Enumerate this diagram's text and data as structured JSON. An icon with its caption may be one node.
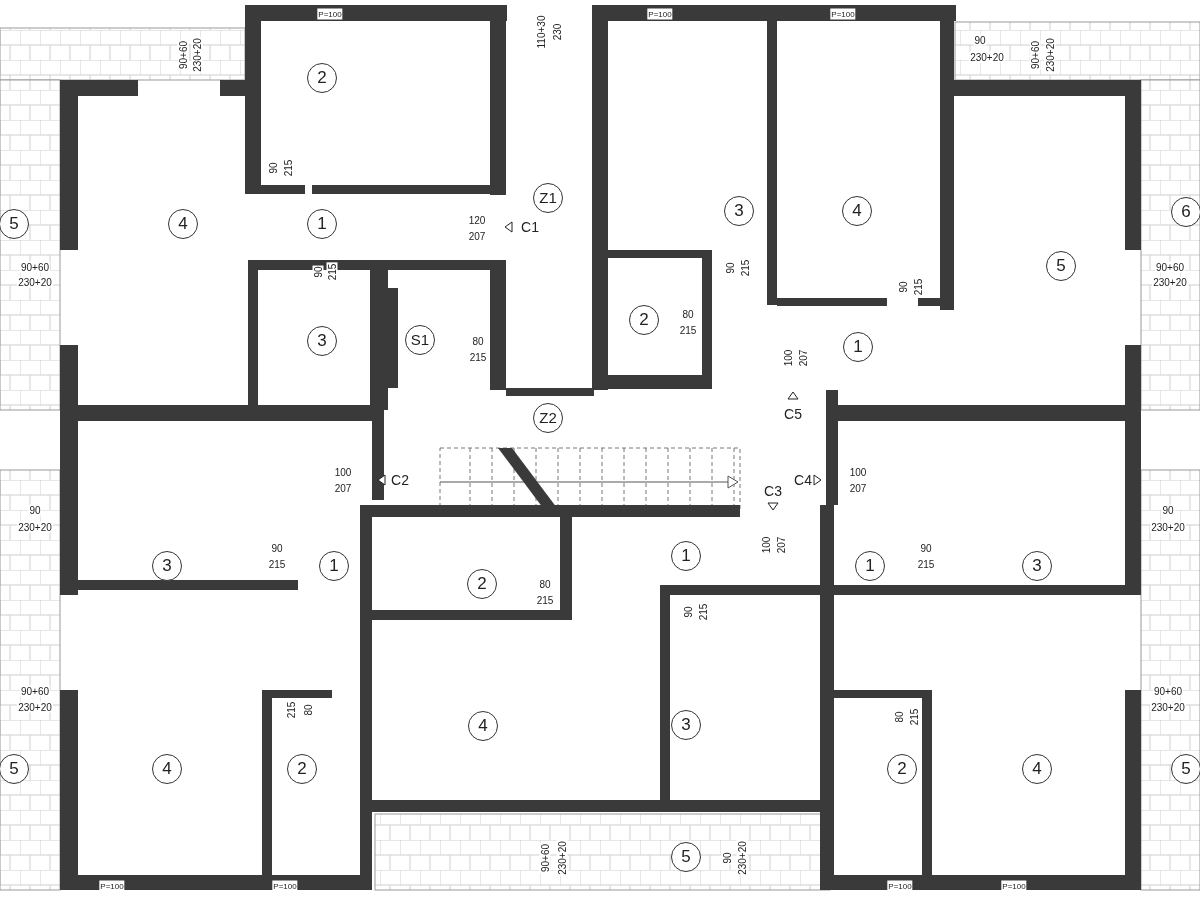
{
  "diagram": {
    "nodes": [
      {
        "text": [
          "2"
        ]
      },
      {
        "text": [
          "Z1"
        ]
      },
      {
        "text": [
          "5"
        ]
      },
      {
        "text": [
          "4"
        ]
      },
      {
        "text": [
          "1"
        ]
      },
      {
        "text": [
          "3"
        ]
      },
      {
        "text": [
          "4"
        ]
      },
      {
        "text": [
          "5"
        ]
      },
      {
        "text": [
          "6"
        ]
      },
      {
        "text": [
          "2"
        ]
      },
      {
        "text": [
          "3"
        ]
      },
      {
        "text": [
          "S1"
        ]
      },
      {
        "text": [
          "1"
        ]
      },
      {
        "text": [
          "Z2"
        ]
      },
      {
        "text": [
          "1"
        ]
      },
      {
        "text": [
          "3"
        ]
      },
      {
        "text": [
          "1"
        ]
      },
      {
        "text": [
          "1"
        ]
      },
      {
        "text": [
          "3"
        ]
      },
      {
        "text": [
          "2"
        ]
      },
      {
        "text": [
          "4"
        ]
      },
      {
        "text": [
          "3"
        ]
      },
      {
        "text": [
          "5"
        ]
      },
      {
        "text": [
          "4"
        ]
      },
      {
        "text": [
          "2"
        ]
      },
      {
        "text": [
          "2"
        ]
      },
      {
        "text": [
          "4"
        ]
      },
      {
        "text": [
          "5"
        ]
      },
      {
        "text": [
          "5"
        ]
      }
    ],
    "labels": [
      "P=100",
      "P=100",
      "P=100",
      "110+30",
      "230",
      "90",
      "230+20",
      "90+60",
      "230+20",
      "90+60",
      "230+20",
      "90",
      "215",
      "120",
      "207",
      "C1",
      "90",
      "215",
      "90",
      "215",
      "90+60",
      "230+20",
      "90",
      "215",
      "90+60",
      "230+20",
      "80",
      "215",
      "80",
      "215",
      "100",
      "207",
      "C5",
      "100",
      "207",
      "C2",
      "C3",
      "C4",
      "100",
      "207",
      "90",
      "230+20",
      "90",
      "230+20",
      "100",
      "207",
      "90",
      "215",
      "90",
      "215",
      "80",
      "215",
      "90",
      "215",
      "90+60",
      "230+20",
      "90+60",
      "230+20",
      "215",
      "80",
      "80",
      "215",
      "90+60",
      "230+20",
      "90",
      "230+20",
      "P=100",
      "P=100",
      "P=100",
      "P=100"
    ]
  }
}
